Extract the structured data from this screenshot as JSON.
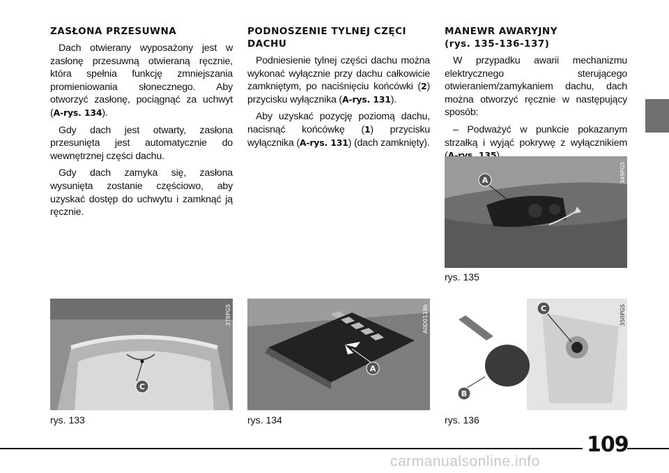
{
  "col1": {
    "heading": "ZASŁONA PRZESUWNA",
    "p1_text": "Dach otwierany wyposażony jest w zasłonę przesuwną otwieraną ręcznie, która spełnia funkcję zmniejszania promieniowania słonecznego. Aby otworzyć zasłonę, pociągnąć za uchwyt (",
    "p1_ref": "A-rys. 134",
    "p1_end": ").",
    "p2": "Gdy dach jest otwarty, zasłona przesunięta jest automatycznie do wewnętrznej części dachu.",
    "p3": "Gdy dach zamyka się, zasłona wysunięta zostanie częściowo, aby uzyskać dostęp do uchwytu i zamknąć ją ręcznie."
  },
  "col2": {
    "heading": "PODNOSZENIE TYLNEJ CZĘCI DACHU",
    "p1_text": "Podniesienie tylnej części dachu można wykonać wyłącznie przy dachu całkowicie zamkniętym, po naciśnięciu końcówki (",
    "p1_ref1": "2",
    "p1_mid": ") przycisku wyłącznika (",
    "p1_ref2": "A-rys. 131",
    "p1_end": ").",
    "p2_text": "Aby uzyskać pozycję poziomą dachu, nacisnąć końcówkę (",
    "p2_ref1": "1",
    "p2_mid": ") przycisku wyłącznika (",
    "p2_ref2": "A-rys. 131",
    "p2_end": ") (dach zamknięty)."
  },
  "col3": {
    "heading": "MANEWR AWARYJNY",
    "subheading_open": "(",
    "subheading_ref": "rys. 135-136-137",
    "subheading_close": ")",
    "p1": "W przypadku awarii mechanizmu elektrycznego sterującego otwieraniem/zamykaniem dachu, dach można otworzyć ręcznie w następujący sposób:",
    "p2_text": "– Podważyć w punkcie pokazanym strzałką i wyjąć pokrywę z wyłącznikiem (",
    "p2_ref": "A-rys. 135",
    "p2_end": ")."
  },
  "figures": {
    "fig133": {
      "caption": "rys. 133",
      "code": "378PGS",
      "label": "C"
    },
    "fig134": {
      "caption": "rys. 134",
      "code": "A0D0119b",
      "label": "A"
    },
    "fig135": {
      "caption": "rys. 135",
      "code": "349PGS",
      "label": "A"
    },
    "fig136": {
      "caption": "rys. 136",
      "code": "350PGS",
      "label_c": "C",
      "label_b": "B"
    }
  },
  "page_number": "109",
  "watermark": "carmanualsonline.info"
}
